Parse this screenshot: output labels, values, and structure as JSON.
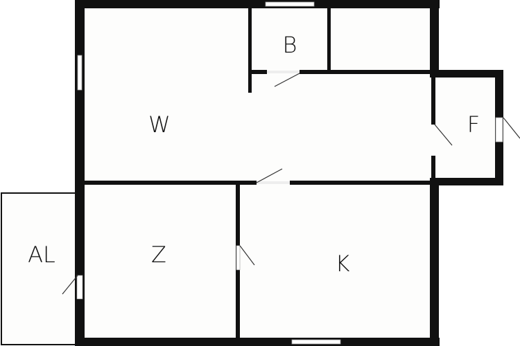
{
  "floor_plan": {
    "rooms": [
      {
        "id": "W",
        "label": "W"
      },
      {
        "id": "B",
        "label": "B"
      },
      {
        "id": "F",
        "label": "F"
      },
      {
        "id": "AL",
        "label": "AL"
      },
      {
        "id": "Z",
        "label": "Z"
      },
      {
        "id": "K",
        "label": "K"
      }
    ],
    "colors": {
      "wall": "#111111",
      "floor": "#fdfdfc",
      "window": "#ffffff"
    }
  }
}
